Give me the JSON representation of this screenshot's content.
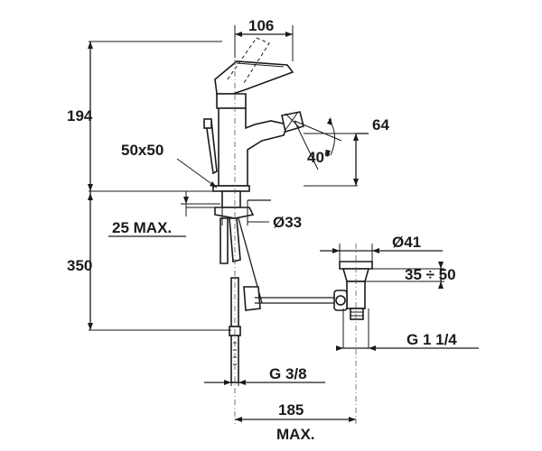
{
  "dimensions": {
    "spout_reach": "106",
    "height_above_deck": "194",
    "nozzle_offset": "64",
    "swivel_angle": "40°",
    "base_plate": "50x50",
    "hole_diameter": "Ø33",
    "deck_thickness": "25 MAX.",
    "below_deck_height": "350",
    "waste_diameter": "Ø41",
    "waste_adjust": "35 ÷ 50",
    "waste_thread": "G 1 1/4",
    "supply_thread": "G 3/8",
    "waste_distance": "185",
    "waste_distance_note": "MAX."
  }
}
